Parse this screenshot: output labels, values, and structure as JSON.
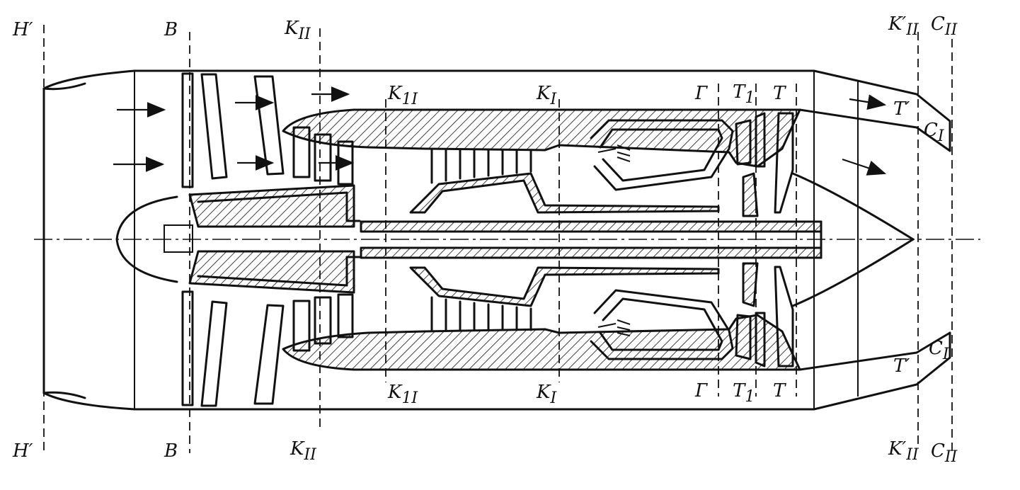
{
  "labels": {
    "h_prime": "H′",
    "v": "В",
    "k_ii": "K",
    "k_ii_sub": "II",
    "k_1i": "K",
    "k_1i_sub": "1I",
    "k_i": "K",
    "k_i_sub": "I",
    "g": "Г",
    "t1": "T",
    "t1_sub": "1",
    "t": "T",
    "t_prime": "T′",
    "k_ii_prime": "K′",
    "k_ii_prime_sub": "II",
    "c_ii": "C",
    "c_ii_sub": "II",
    "c_i": "C",
    "c_i_sub": "I"
  }
}
